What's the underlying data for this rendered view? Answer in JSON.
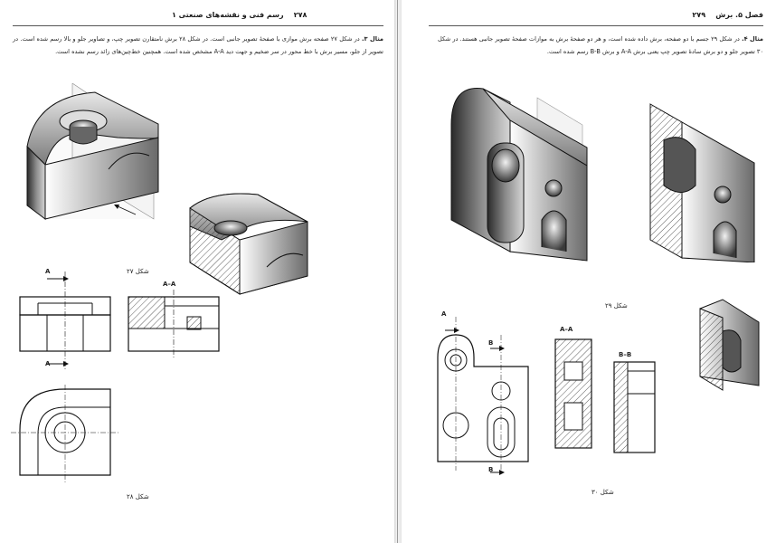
{
  "left_page": {
    "header_title": "رسم فنی و نقشه‌های صنعتی ۱",
    "page_number": "۲۷۸",
    "example_label": "مثال ۳.",
    "paragraph": "در شکل ۲۷ صفحه برش موازی با صفحهٔ تصویر جانبی است. در شکل ۲۸ برش نامتقارن تصویر چپ، و تصاویر جلو و بالا رسم شده است. در تصویر از جلو، مسیر برش با خط محور در سر ضخیم و جهت دید A-A مشخص شده است. همچنین خط‌چین‌های زائد رسم نشده است.",
    "caption_27": "شکل ۲۷",
    "caption_28": "شکل ۲۸",
    "label_A": "A",
    "label_AA": "A–A"
  },
  "right_page": {
    "header_title": "فصل ۵. برش",
    "page_number": "۲۷۹",
    "example_label": "مثال ۴.",
    "paragraph": "در شکل ۲۹ جسم با دو صفحه، برش داده شده است، و هر دو صفحهٔ برش به موازات صفحهٔ تصویر جانبی هستند. در شکل ۳۰ تصویر جلو و دو برش سادهٔ تصویر چپ یعنی برش A-A و برش B-B رسم شده است.",
    "caption_29": "شکل ۲۹",
    "caption_30": "شکل ۳۰",
    "label_A": "A",
    "label_B": "B",
    "label_AA": "A–A",
    "label_BB": "B–B"
  }
}
